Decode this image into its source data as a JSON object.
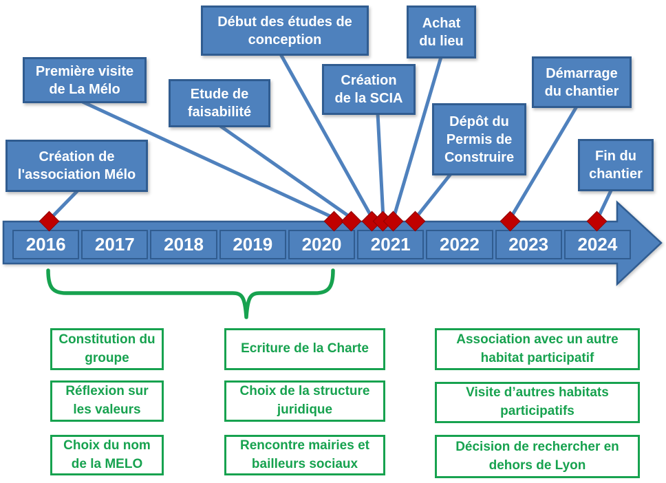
{
  "palette": {
    "box-blue": "#4E81BD",
    "box-border": "#305C90",
    "connector-blue": "#4F81BD",
    "diamond-red": "#C00000",
    "green": "#17A24F",
    "white": "#FFFFFF"
  },
  "events": [
    {
      "label": "Création de\nl'association Mélo"
    },
    {
      "label": "Première visite\nde La Mélo"
    },
    {
      "label": "Etude de\nfaisabilité"
    },
    {
      "label": "Début des études de\nconception"
    },
    {
      "label": "Création\nde la SCIA"
    },
    {
      "label": "Achat\ndu lieu"
    },
    {
      "label": "Dépôt du\nPermis de\nConstruire"
    },
    {
      "label": "Démarrage\ndu chantier"
    },
    {
      "label": "Fin du\nchantier"
    }
  ],
  "timeline": {
    "years": [
      "2016",
      "2017",
      "2018",
      "2019",
      "2020",
      "2021",
      "2022",
      "2023",
      "2024"
    ],
    "milestone_marker": "red-diamond"
  },
  "bottom_columns": [
    {
      "items": [
        "Constitution du\ngroupe",
        "Réflexion sur\nles valeurs",
        "Choix du nom\nde la MELO"
      ]
    },
    {
      "items": [
        "Ecriture de la Charte",
        "Choix de la structure\njuridique",
        "Rencontre mairies et\nbailleurs sociaux"
      ]
    },
    {
      "items": [
        "Association avec un autre\nhabitat participatif",
        "Visite d’autres habitats\nparticipatifs",
        "Décision de rechercher en\ndehors de Lyon"
      ]
    }
  ]
}
